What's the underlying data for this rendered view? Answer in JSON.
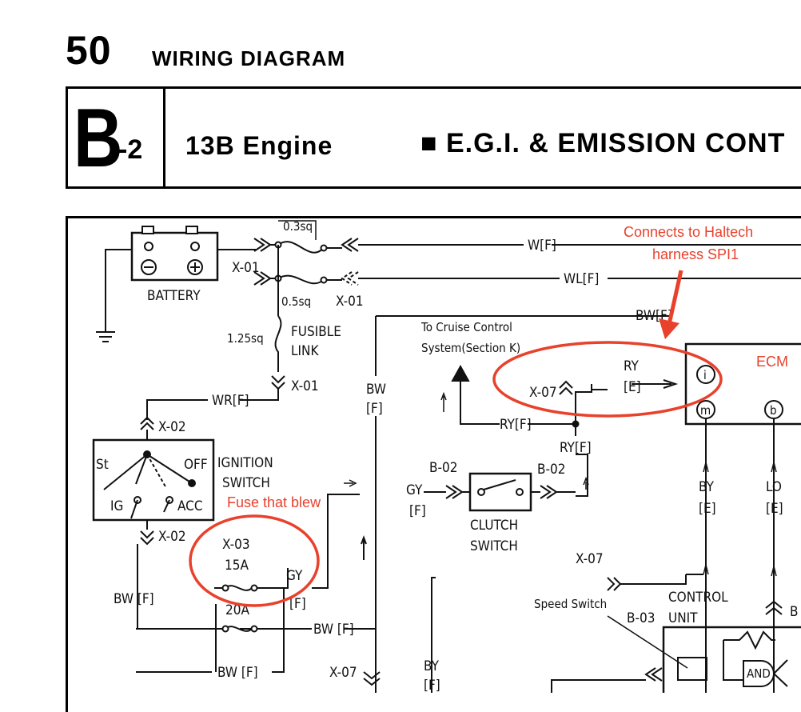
{
  "header": {
    "section_number": "50",
    "title": "WIRING DIAGRAM"
  },
  "section": {
    "letter": "B",
    "suffix": "-2",
    "engine": "13B  Engine",
    "system": "■ E.G.I. & EMISSION  CONT"
  },
  "labels": {
    "wire_0_3sq": "0.3sq",
    "w_f": "W[F]",
    "wl_f": "WL[F]",
    "bw_f_top": "BW[F]",
    "x01_a": "X-01",
    "x01_b": "X-01",
    "x01_c": "X-01",
    "wire_0_5sq": "0.5sq",
    "battery": "BATTERY",
    "wire_1_25sq": "1.25sq",
    "fusible": "FUSIBLE",
    "link": "LINK",
    "cruise_1": "To Cruise Control",
    "cruise_2": "System(Section K)",
    "bw_vert": "BW",
    "bw_vert_f": "[F]",
    "wr_f": "WR[F]",
    "x02_a": "X-02",
    "x02_b": "X-02",
    "x07_a": "X-07",
    "x07_b": "X-07",
    "x07_c": "X-07",
    "ry": "RY",
    "ry_e": "[E]",
    "ry_f_a": "RY[F]",
    "ry_f_b": "RY[F]",
    "ignition_1": "IGNITION",
    "ignition_2": "SWITCH",
    "sw_st": "St",
    "sw_off": "OFF",
    "sw_ig": "IG",
    "sw_acc": "ACC",
    "b02_a": "B-02",
    "b02_b": "B-02",
    "gy": "GY",
    "gy_f": "[F]",
    "clutch_1": "CLUTCH",
    "clutch_2": "SWITCH",
    "by_a": "BY",
    "by_a_e": "[E]",
    "lo": "LO",
    "lo_e": "[E]",
    "pin_i": "i",
    "pin_m": "m",
    "pin_b": "b",
    "x03": "X-03",
    "fuse_15a": "15A",
    "gy2": "GY",
    "gy2_f": "[F]",
    "bw_f_left": "BW [F]",
    "fuse_20a": "20A",
    "bw_f_mid": "BW [F]",
    "bw_f_bot": "BW [F]",
    "speed_switch": "Speed  Switch",
    "b03": "B-03",
    "control_1": "CONTROL",
    "control_2": "UNIT",
    "by_b": "BY",
    "by_b_f": "[F]",
    "and_gate": "AND",
    "b_right": "B"
  },
  "annotations": {
    "haltech_1": "Connects to Haltech",
    "haltech_2": "harness SPI1",
    "ecm": "ECM",
    "fuse_blew": "Fuse that blew"
  },
  "colors": {
    "annotation": "#e8412c",
    "ink": "#111111"
  }
}
